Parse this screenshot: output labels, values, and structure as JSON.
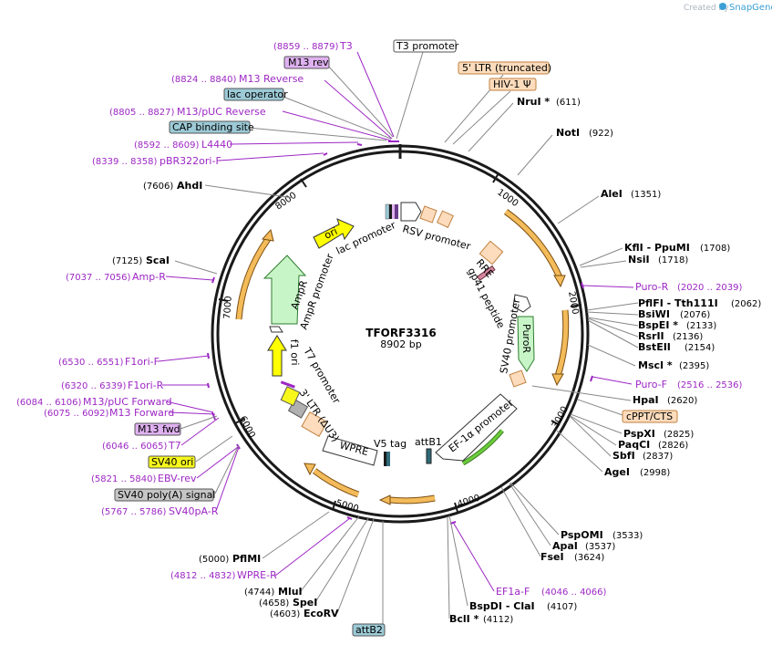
{
  "brand": {
    "created_by": "Created by",
    "app_name": "SnapGene"
  },
  "plasmid": {
    "name": "TFORF3316",
    "length_label": "8902 bp",
    "length": 8902
  },
  "ticks": [
    "1000",
    "2000",
    "3000",
    "4000",
    "5000",
    "6000",
    "7000",
    "8000"
  ],
  "boxed_labels": {
    "t3_promoter": "T3 promoter",
    "m13_rev": "M13 rev",
    "ltr5": "5' LTR (truncated)",
    "hiv1_psi": "HIV-1 Ψ",
    "lac_operator": "lac operator",
    "cap_binding": "CAP binding site",
    "cppt_cts": "cPPT/CTS",
    "m13_fwd": "M13 fwd",
    "sv40_ori": "SV40 ori",
    "sv40_polya": "SV40 poly(A) signal",
    "attb2": "attB2"
  },
  "enzymes": {
    "nrui": {
      "name": "NruI *",
      "pos": "(611)"
    },
    "noti": {
      "name": "NotI",
      "pos": "(922)"
    },
    "alei": {
      "name": "AleI",
      "pos": "(1351)"
    },
    "kfli_ppumi": {
      "name": "KflI - PpuMI",
      "pos": "(1708)"
    },
    "nsii": {
      "name": "NsiI",
      "pos": "(1718)"
    },
    "pflfi": {
      "name": "PflFI - Tth111I",
      "pos": "(2062)"
    },
    "bsiwi": {
      "name": "BsiWI",
      "pos": "(2076)"
    },
    "bspei": {
      "name": "BspEI *",
      "pos": "(2133)"
    },
    "rsrii": {
      "name": "RsrII",
      "pos": "(2136)"
    },
    "bsteii": {
      "name": "BstEII",
      "pos": "(2154)"
    },
    "msci": {
      "name": "MscI *",
      "pos": "(2395)"
    },
    "hpai": {
      "name": "HpaI",
      "pos": "(2620)"
    },
    "pspxi": {
      "name": "PspXI",
      "pos": "(2825)"
    },
    "paqci": {
      "name": "PaqCI",
      "pos": "(2826)"
    },
    "sbfi": {
      "name": "SbfI",
      "pos": "(2837)"
    },
    "agei": {
      "name": "AgeI",
      "pos": "(2998)"
    },
    "pspomi": {
      "name": "PspOMI",
      "pos": "(3533)"
    },
    "apai": {
      "name": "ApaI",
      "pos": "(3537)"
    },
    "fsei": {
      "name": "FseI",
      "pos": "(3624)"
    },
    "bspdi_clai": {
      "name": "BspDI - ClaI",
      "pos": "(4107)"
    },
    "bcli": {
      "name": "BclI *",
      "pos": "(4112)"
    },
    "ecorv": {
      "name": "EcoRV",
      "pos": "(4603)"
    },
    "spei": {
      "name": "SpeI",
      "pos": "(4658)"
    },
    "mlui": {
      "name": "MluI",
      "pos": "(4744)"
    },
    "pflmi": {
      "name": "PflMI",
      "pos": "(5000)"
    },
    "scai": {
      "name": "ScaI",
      "pos": "(7125)"
    },
    "ahdi": {
      "name": "AhdI",
      "pos": "(7606)"
    }
  },
  "primers": {
    "t3": {
      "range": "(8859 .. 8879)",
      "name": "T3"
    },
    "m13_reverse": {
      "range": "(8824 .. 8840)",
      "name": "M13 Reverse"
    },
    "m13_puc_reverse": {
      "range": "(8805 .. 8827)",
      "name": "M13/pUC Reverse"
    },
    "l4440": {
      "range": "(8592 .. 8609)",
      "name": "L4440"
    },
    "pbr322ori_f": {
      "range": "(8339 .. 8358)",
      "name": "pBR322ori-F"
    },
    "puro_r": {
      "name": "Puro-R",
      "range": "(2020 .. 2039)"
    },
    "puro_f": {
      "name": "Puro-F",
      "range": "(2516 .. 2536)"
    },
    "ef1a_f": {
      "name": "EF1a-F",
      "range": "(4046 .. 4066)"
    },
    "wpre_r": {
      "range": "(4812 .. 4832)",
      "name": "WPRE-R"
    },
    "sv40pa_r": {
      "range": "(5767 .. 5786)",
      "name": "SV40pA-R"
    },
    "ebv_rev": {
      "range": "(5821 .. 5840)",
      "name": "EBV-rev"
    },
    "t7": {
      "range": "(6046 .. 6065)",
      "name": "T7"
    },
    "m13_forward": {
      "range": "(6075 .. 6092)",
      "name": "M13 Forward"
    },
    "m13_puc_forward": {
      "range": "(6084 .. 6106)",
      "name": "M13/pUC Forward"
    },
    "f1ori_r": {
      "range": "(6320 .. 6339)",
      "name": "F1ori-R"
    },
    "f1ori_f": {
      "range": "(6530 .. 6551)",
      "name": "F1ori-F"
    },
    "amp_r": {
      "range": "(7037 .. 7056)",
      "name": "Amp-R"
    }
  },
  "features": {
    "lac_promoter": "lac promoter",
    "rsv_promoter": "RSV promoter",
    "rre": "RRE",
    "gp41_peptide": "gp41 peptide",
    "sv40_promoter": "SV40 promoter",
    "puror": "PuroR",
    "ef1a_promoter": "EF-1α promoter",
    "attb1": "attB1",
    "v5_tag": "V5 tag",
    "wpre": "WPRE",
    "ltr3": "3' LTR (ΔU3)",
    "t7_promoter": "T7 promoter",
    "f1_ori": "f1 ori",
    "ampr_promoter": "AmpR promoter",
    "ampr": "AmpR",
    "ori": "ori"
  },
  "colors": {
    "backbone": "#1a1a1a",
    "primer": "#9d27c4",
    "orf_arrow": "#e8a23c",
    "orf_arrow_outline": "#7a4e12",
    "ltr_fill": "#fcdcbc",
    "ltr_stroke": "#c08040",
    "lac_operator_fill": "#9ccad6",
    "m13_fill": "#dfb1f0",
    "sv40_ori_fill": "#f7f71c",
    "polya_fill": "#c6c6c6",
    "ori_fill": "#ffff00",
    "ampr_fill": "#c8f5c8",
    "puror_fill": "#c8f5c8",
    "ef1a_line": "#6acd3c"
  }
}
